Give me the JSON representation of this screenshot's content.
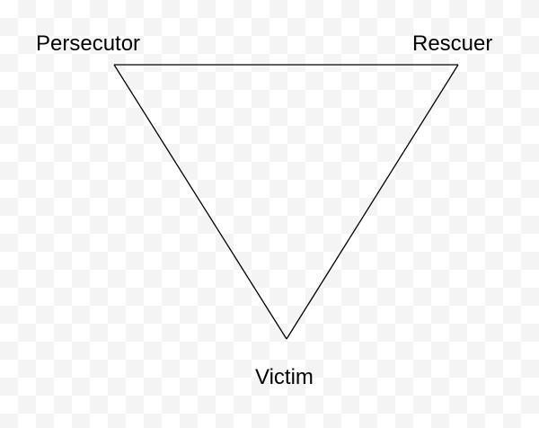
{
  "diagram": {
    "nodes": [
      {
        "id": "persecutor",
        "label": "Persecutor"
      },
      {
        "id": "rescuer",
        "label": "Rescuer"
      },
      {
        "id": "victim",
        "label": "Victim"
      }
    ],
    "edges": [
      {
        "from": "persecutor",
        "to": "rescuer"
      },
      {
        "from": "rescuer",
        "to": "victim"
      },
      {
        "from": "victim",
        "to": "persecutor"
      }
    ],
    "line_color": "#000000",
    "checker_color": "#f4f4f4"
  }
}
